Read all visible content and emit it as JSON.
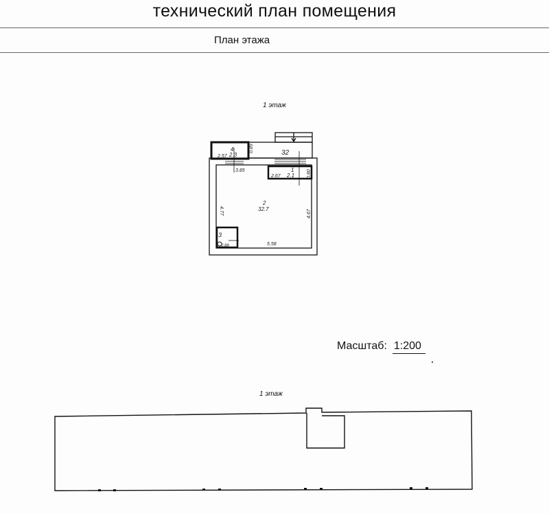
{
  "header": {
    "title": "технический план помещения",
    "subtitle": "План этажа"
  },
  "plan": {
    "floor_label": "1 этаж",
    "rooms": [
      {
        "number": "4",
        "area": "2.3",
        "dims": [
          "2.57",
          "0.89"
        ]
      },
      {
        "number": "",
        "area": "32",
        "dims": []
      },
      {
        "number": "1",
        "area": "2.1",
        "dims": [
          "2.67",
          "0.80"
        ]
      },
      {
        "number": "2",
        "area": "32.7",
        "dims": [
          "3.85",
          "4.77",
          "4.67",
          "5.58"
        ]
      },
      {
        "number": "3",
        "area": "",
        "dims": [
          "0.88"
        ]
      }
    ]
  },
  "scale": {
    "label": "Масштаб:",
    "value": "1:200"
  },
  "building": {
    "floor_label": "1 этаж"
  }
}
